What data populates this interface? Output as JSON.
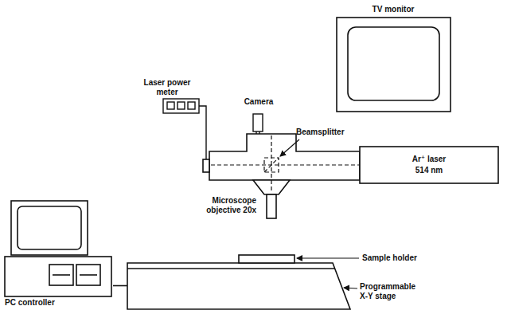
{
  "diagram": {
    "nodes": [
      {
        "text": [
          "TV monitor"
        ]
      },
      {
        "text": [
          "Camera"
        ]
      },
      {
        "text": [
          "Laser power meter"
        ]
      },
      {
        "text": [
          "Ar⁺ laser",
          "514 nm"
        ]
      },
      {
        "text": [
          "PC controller"
        ]
      },
      {
        "text": [
          "Programmable X-Y stage"
        ]
      }
    ],
    "edges": [
      {
        "from": 4,
        "to": 5,
        "arrow": "none"
      }
    ],
    "labels": [
      "Beamsplitter",
      "Microscope objective 20x",
      "Sample holder"
    ]
  }
}
